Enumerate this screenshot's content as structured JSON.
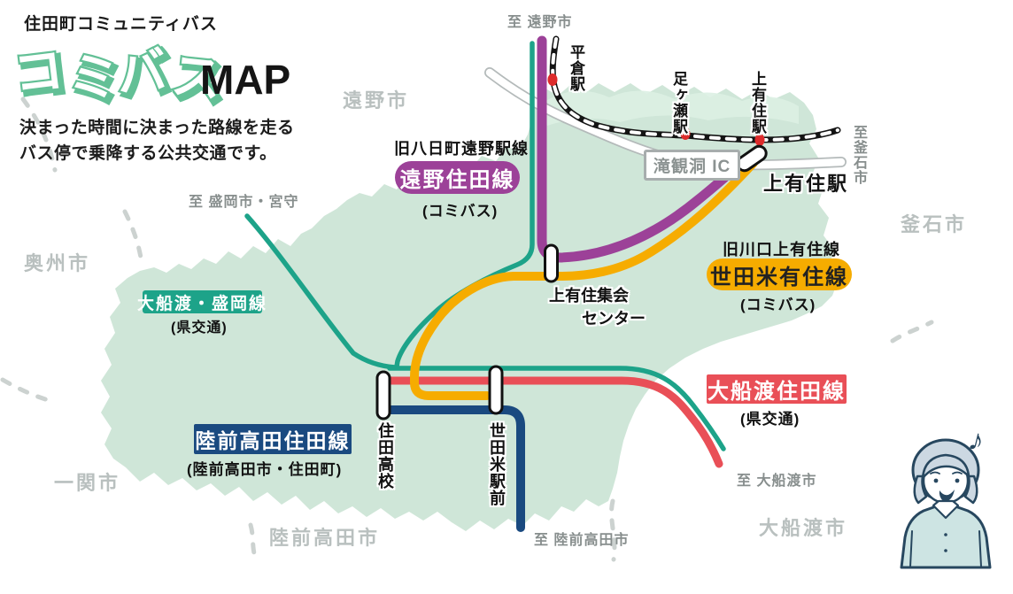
{
  "header": {
    "subtitle": "住田町コミュニティバス",
    "logo_text": "コミバス",
    "logo_suffix": "MAP",
    "description_line1": "決まった時間に決まった路線を走る",
    "description_line2": "バス停で乗降する公共交通です。"
  },
  "colors": {
    "map_fill": "#cfe6d8",
    "map_fill_light": "#dcefe3",
    "tono_purple": "#9c4198",
    "setamai_yellow": "#f6ac00",
    "morioka_teal": "#1da389",
    "ofunato_red": "#e94f57",
    "rikuzen_navy": "#1a4a80",
    "railway_black": "#141414",
    "railway_dash_white": "#ffffff",
    "station_dot_red": "#dd2b2b",
    "road_gray": "#b4baba",
    "road_fill_white": "#ffffff",
    "boundary_gray": "#ccd2d0",
    "logo_green": "#63c096",
    "person_outline": "#27475f",
    "person_hair": "#ccd8e2",
    "person_shirt": "#cde4e3"
  },
  "routes": {
    "tono": {
      "prefix": "旧八日町遠野駅線",
      "name": "遠野住田線",
      "operator": "(コミバス)"
    },
    "setamai": {
      "prefix": "旧川口上有住線",
      "name": "世田米有住線",
      "operator": "(コミバス)"
    },
    "morioka": {
      "name": "大船渡・盛岡線",
      "operator": "(県交通)"
    },
    "ofunato": {
      "name": "大船渡住田線",
      "operator": "(県交通)"
    },
    "rikuzen": {
      "name": "陸前高田住田線",
      "operator": "(陸前高田市・住田町)"
    }
  },
  "rail_stations": {
    "hirakura": "平倉駅",
    "ashigase": "足ヶ瀬駅",
    "kamiarisu": "上有住駅"
  },
  "bus_stops": {
    "kamiarisu_eki": "上有住駅",
    "community_center_line1": "上有住集会",
    "community_center_line2": "センター",
    "sumita_koko": "住田高校",
    "setamai_ekimae": "世田米駅前"
  },
  "poi": {
    "takigando_ic": "滝観洞 IC"
  },
  "cities": {
    "tono": "遠野市",
    "kamaishi": "釜石市",
    "oshu": "奥州市",
    "ichinoseki": "一関市",
    "rikuzentakata": "陸前高田市",
    "ofunato": "大船渡市"
  },
  "directions": {
    "to_tono": "至 遠野市",
    "to_morioka": "至 盛岡市・宮守",
    "to_kamaishi": "至釜石市",
    "to_ofunato": "至 大船渡市",
    "to_rikuzentakata": "至 陸前高田市"
  },
  "decor": {
    "music_note": "♪"
  }
}
